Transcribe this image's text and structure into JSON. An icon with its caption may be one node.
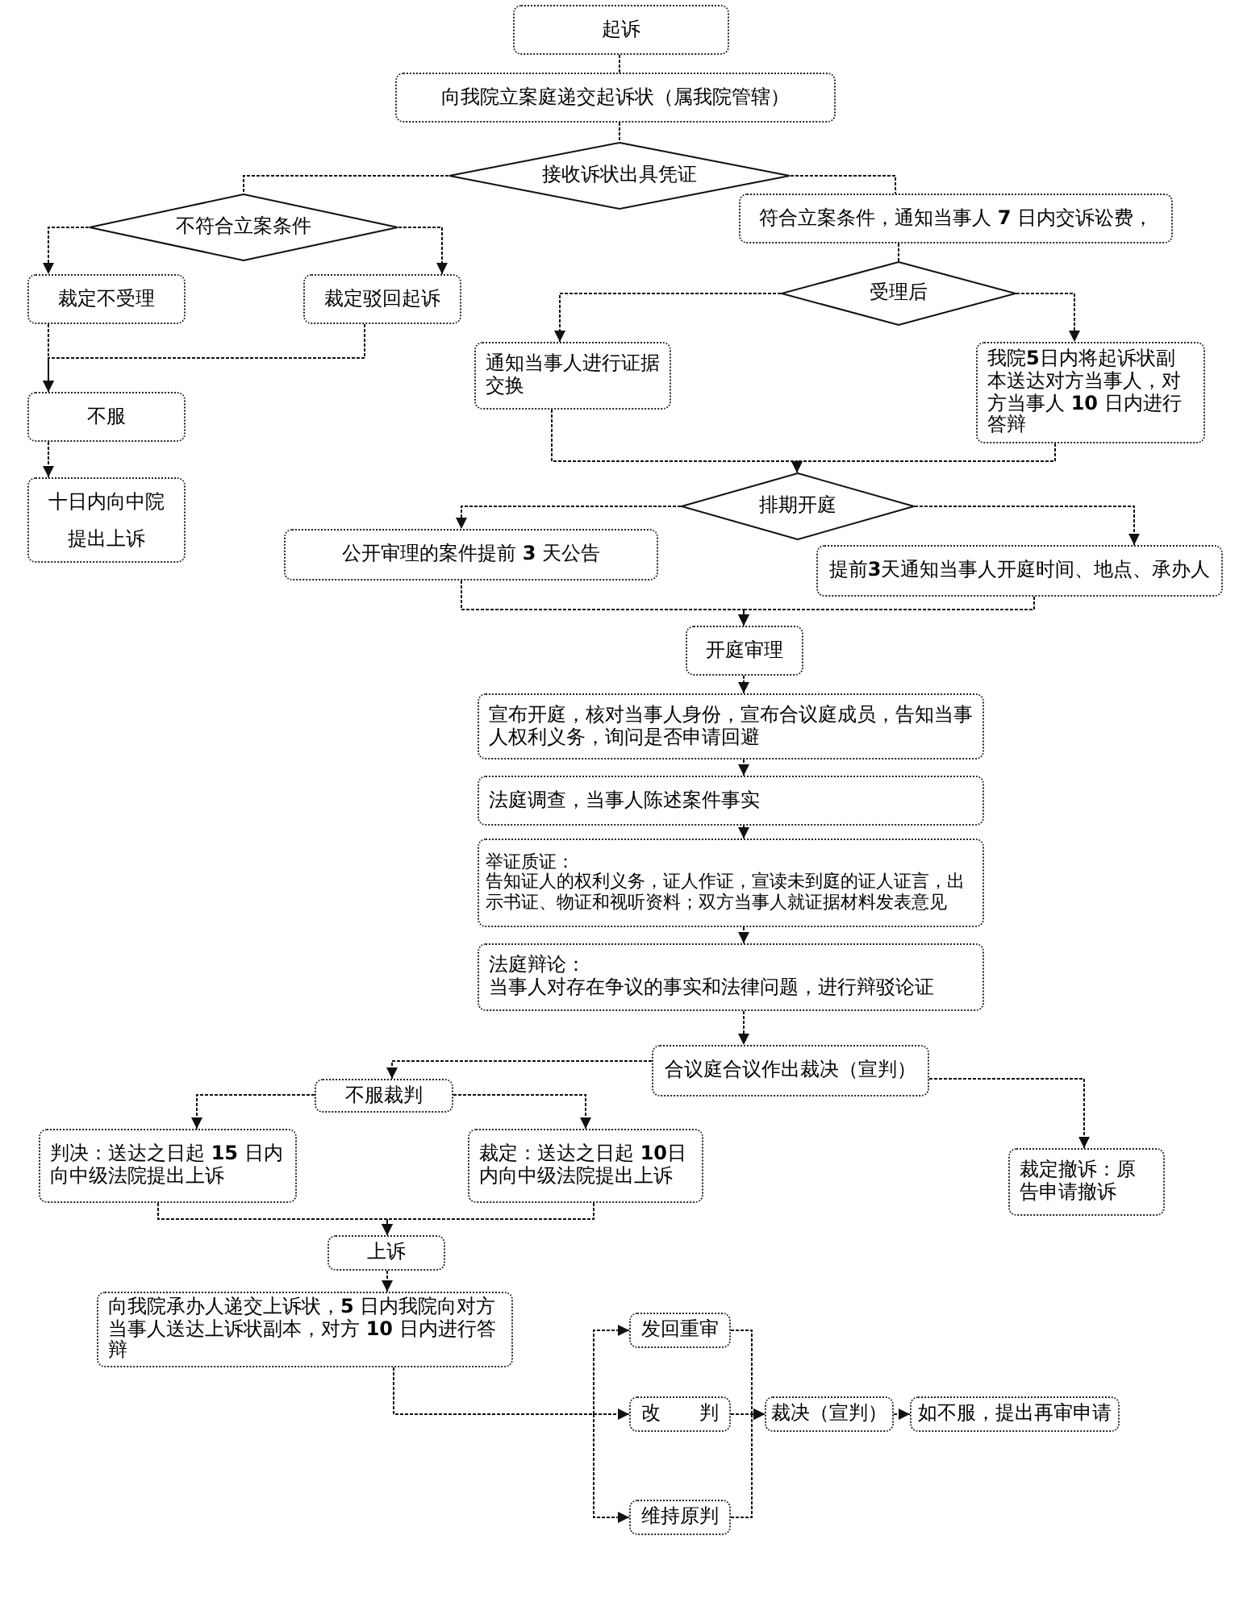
{
  "diagram": {
    "nodes": [
      {
        "text": [
          "起诉"
        ]
      },
      {
        "text": [
          "向我院立案庭递交起诉状（属我院管辖）"
        ]
      },
      {
        "text": [
          "接收诉状出具凭证"
        ]
      },
      {
        "text": [
          "不符合立案条件"
        ]
      },
      {
        "text": [
          "符合立案条件，通知当事人 **7** 日内交诉讼费，"
        ]
      },
      {
        "text": [
          "裁定不受理"
        ]
      },
      {
        "text": [
          "裁定驳回起诉"
        ]
      },
      {
        "text": [
          "受理后"
        ]
      },
      {
        "text": [
          "通知当事人进行证据交换"
        ]
      },
      {
        "text": [
          "我院**5**日内将起诉状副本送达对方当事人，对方当事人 **10** 日内进行答辩"
        ]
      },
      {
        "text": [
          "不服"
        ]
      },
      {
        "text": [
          "十日内向中院提出上诉"
        ]
      },
      {
        "text": [
          "排期开庭"
        ]
      },
      {
        "text": [
          "公开审理的案件提前 **3** 天公告"
        ]
      },
      {
        "text": [
          "提前**3**天通知当事人开庭时间、地点、承办人"
        ]
      },
      {
        "text": [
          "开庭审理"
        ]
      },
      {
        "text": [
          "宣布开庭，核对当事人身份，宣布合议庭成员，告知当事人权利义务，询问是否申请回避"
        ]
      },
      {
        "text": [
          "法庭调查，当事人陈述案件事实"
        ]
      },
      {
        "text": [
          "举证质证：",
          "告知证人的权利义务，证人作证，宣读未到庭的证人证言，出示书证、物证和视听资料；双方当事人就证据材料发表意见"
        ]
      },
      {
        "text": [
          "法庭辩论：",
          "当事人对存在争议的事实和法律问题，进行辩驳论证"
        ]
      },
      {
        "text": [
          "合议庭合议作出裁决（宣判）"
        ]
      },
      {
        "text": [
          "不服裁判"
        ]
      },
      {
        "text": [
          "判决：送达之日起 **15** 日内向中级法院提出上诉"
        ]
      },
      {
        "text": [
          "裁定：送达之日起 **10**日内向中级法院提出上诉"
        ]
      },
      {
        "text": [
          "裁定撤诉：原告申请撤诉"
        ]
      },
      {
        "text": [
          "上诉"
        ]
      },
      {
        "text": [
          "向我院承办人递交上诉状，**5** 日内我院向对方当事人送达上诉状副本，对方 **10** 日内进行答辩"
        ]
      },
      {
        "text": [
          "发回重审"
        ]
      },
      {
        "text": [
          "改　　判"
        ]
      },
      {
        "text": [
          "维持原判"
        ]
      },
      {
        "text": [
          "裁决（宣判）"
        ]
      },
      {
        "text": [
          "如不服，提出再审申请"
        ]
      }
    ],
    "edges": [
      {
        "from": 0,
        "to": 1,
        "arrow": "none"
      },
      {
        "from": 1,
        "to": 2,
        "arrow": "none"
      },
      {
        "from": 2,
        "to": 3,
        "arrow": "none"
      },
      {
        "from": 2,
        "to": 4,
        "arrow": "none"
      },
      {
        "from": 3,
        "to": 5,
        "arrow": "to"
      },
      {
        "from": 3,
        "to": 6,
        "arrow": "to"
      },
      {
        "from": 4,
        "to": 7,
        "arrow": "none"
      },
      {
        "from": 5,
        "to": 10,
        "arrow": "to"
      },
      {
        "from": 6,
        "to": 10,
        "arrow": "to"
      },
      {
        "from": 7,
        "to": 8,
        "arrow": "to"
      },
      {
        "from": 7,
        "to": 9,
        "arrow": "to"
      },
      {
        "from": 8,
        "to": 12,
        "arrow": "to"
      },
      {
        "from": 9,
        "to": 12,
        "arrow": "to"
      },
      {
        "from": 10,
        "to": 11,
        "arrow": "to"
      },
      {
        "from": 12,
        "to": 13,
        "arrow": "to"
      },
      {
        "from": 12,
        "to": 14,
        "arrow": "to"
      },
      {
        "from": 13,
        "to": 15,
        "arrow": "to"
      },
      {
        "from": 14,
        "to": 15,
        "arrow": "to"
      },
      {
        "from": 15,
        "to": 16,
        "arrow": "to"
      },
      {
        "from": 16,
        "to": 17,
        "arrow": "to"
      },
      {
        "from": 17,
        "to": 18,
        "arrow": "to"
      },
      {
        "from": 18,
        "to": 19,
        "arrow": "to"
      },
      {
        "from": 19,
        "to": 20,
        "arrow": "to"
      },
      {
        "from": 20,
        "to": 21,
        "arrow": "to"
      },
      {
        "from": 20,
        "to": 24,
        "arrow": "to"
      },
      {
        "from": 21,
        "to": 22,
        "arrow": "to"
      },
      {
        "from": 21,
        "to": 23,
        "arrow": "to"
      },
      {
        "from": 22,
        "to": 25,
        "arrow": "to"
      },
      {
        "from": 23,
        "to": 25,
        "arrow": "to"
      },
      {
        "from": 25,
        "to": 26,
        "arrow": "to"
      },
      {
        "from": 26,
        "to": 27,
        "arrow": "to"
      },
      {
        "from": 26,
        "to": 28,
        "arrow": "to"
      },
      {
        "from": 26,
        "to": 29,
        "arrow": "to"
      },
      {
        "from": 27,
        "to": 30,
        "arrow": "to"
      },
      {
        "from": 28,
        "to": 30,
        "arrow": "to"
      },
      {
        "from": 29,
        "to": 30,
        "arrow": "to"
      },
      {
        "from": 30,
        "to": 31,
        "arrow": "to"
      }
    ]
  }
}
